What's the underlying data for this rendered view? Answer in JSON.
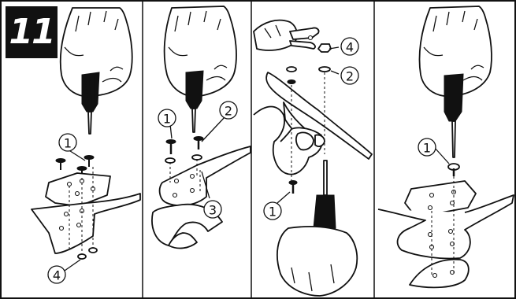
{
  "step": {
    "number": "11"
  },
  "panels": [
    {
      "callouts": [
        "1",
        "4"
      ]
    },
    {
      "callouts": [
        "1",
        "2",
        "3"
      ]
    },
    {
      "callouts": [
        "4",
        "2",
        "1"
      ]
    },
    {
      "callouts": [
        "1"
      ]
    }
  ],
  "icons": {
    "hand": "hand-holding-screwdriver",
    "screwdriver": "screwdriver-icon",
    "pliers": "pliers-icon"
  }
}
